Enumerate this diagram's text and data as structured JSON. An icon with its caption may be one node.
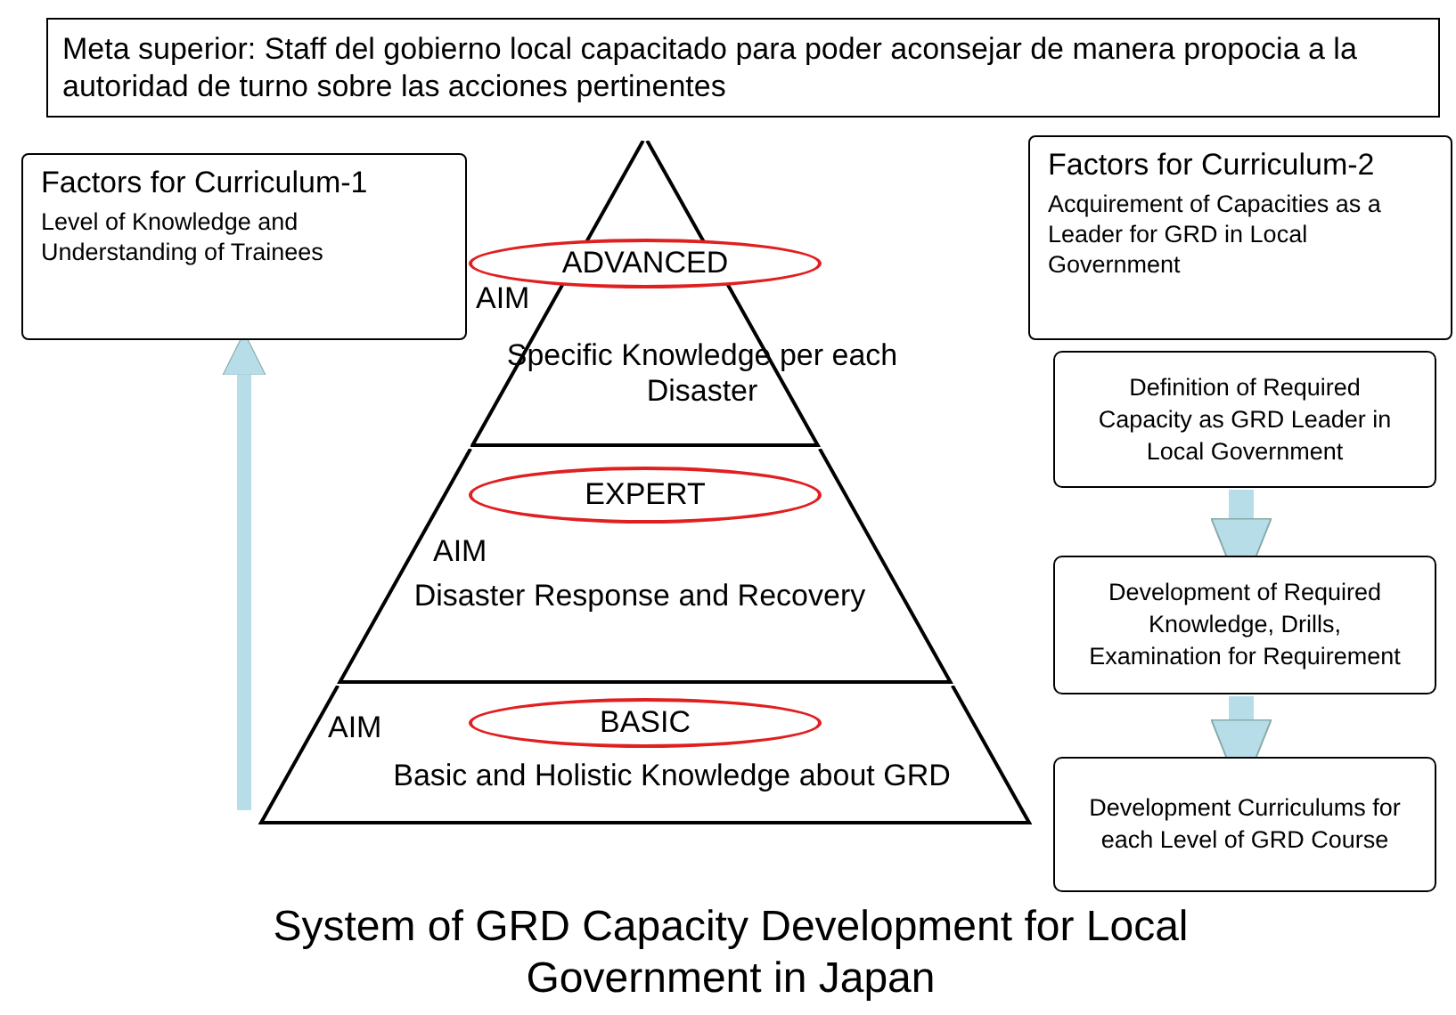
{
  "diagram": {
    "caption": "System of GRD Capacity Development for Local Government in Japan",
    "nodes": [
      {
        "text": [
          "Meta superior: Staff del gobierno local capacitado para poder aconsejar de manera propocia a la autoridad de turno sobre las acciones pertinentes"
        ]
      },
      {
        "text": [
          "Factors for Curriculum-1",
          "Level of Knowledge and Understanding of Trainees"
        ]
      },
      {
        "text": [
          "Factors for Curriculum-2",
          "Acquirement of Capacities as a Leader for GRD in Local Government"
        ]
      },
      {
        "text": [
          "AIM",
          "Specific Knowledge per each Disaster"
        ]
      },
      {
        "text": [
          "ADVANCED"
        ],
        "in": 3
      },
      {
        "text": [
          "AIM",
          "Disaster Response and Recovery"
        ]
      },
      {
        "text": [
          "EXPERT"
        ],
        "in": 5
      },
      {
        "text": [
          "AIM",
          "Basic and Holistic Knowledge about GRD"
        ]
      },
      {
        "text": [
          "BASIC"
        ],
        "in": 7
      },
      {
        "text": [
          "Definition of Required Capacity as GRD Leader in Local Government"
        ]
      },
      {
        "text": [
          "Development of Required Knowledge, Drills, Examination for Requirement"
        ]
      },
      {
        "text": [
          "Development Curriculums for each Level of GRD Course"
        ]
      }
    ],
    "edges": [
      {
        "from": 7,
        "to": 1,
        "arrow": "to"
      },
      {
        "from": 9,
        "to": 10,
        "arrow": "to"
      },
      {
        "from": 10,
        "to": 11,
        "arrow": "to"
      }
    ]
  }
}
